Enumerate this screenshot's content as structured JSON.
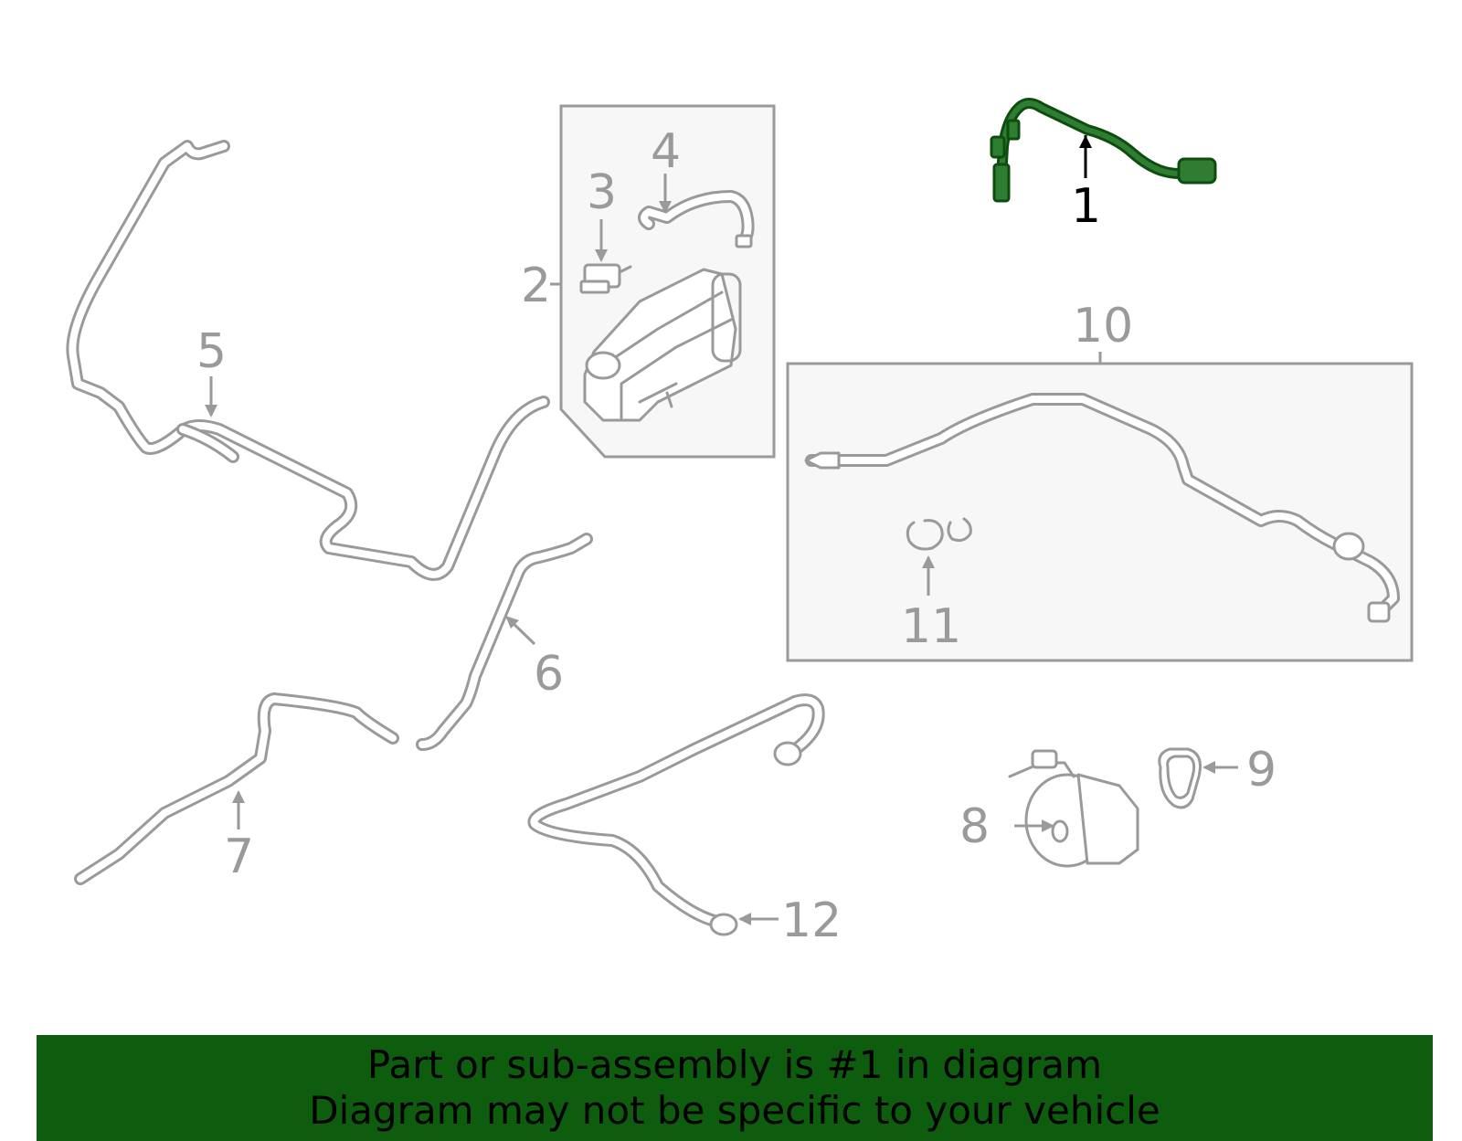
{
  "callouts": {
    "c1": "1",
    "c2": "2",
    "c3": "3",
    "c4": "4",
    "c5": "5",
    "c6": "6",
    "c7": "7",
    "c8": "8",
    "c9": "9",
    "c10": "10",
    "c11": "11",
    "c12": "12"
  },
  "highlighted_part": "1",
  "colors": {
    "highlight": "#2e7d32",
    "highlight_outline": "#0d4d0d",
    "linework": "#9a9a9a",
    "banner": "#0e5c0e"
  },
  "banner": {
    "line1": "Part or sub-assembly is #1 in diagram",
    "line2": "Diagram may not be specific to your vehicle"
  }
}
